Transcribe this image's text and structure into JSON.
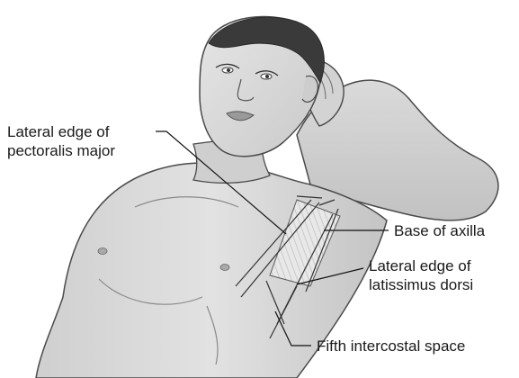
{
  "labels": {
    "pectoralis_line1": "Lateral edge of",
    "pectoralis_line2": "pectoralis major",
    "axilla": "Base of axilla",
    "latissimus_line1": "Lateral edge of",
    "latissimus_line2": "latissimus dorsi",
    "intercostal": "Fifth intercostal space"
  },
  "colors": {
    "skin": "#d9d9d9",
    "skin_shadow": "#b5b5b5",
    "hair": "#3a3a3a",
    "outline": "#4a4a4a",
    "incision_area": "#e9e9e9",
    "leader_line": "#111111"
  }
}
